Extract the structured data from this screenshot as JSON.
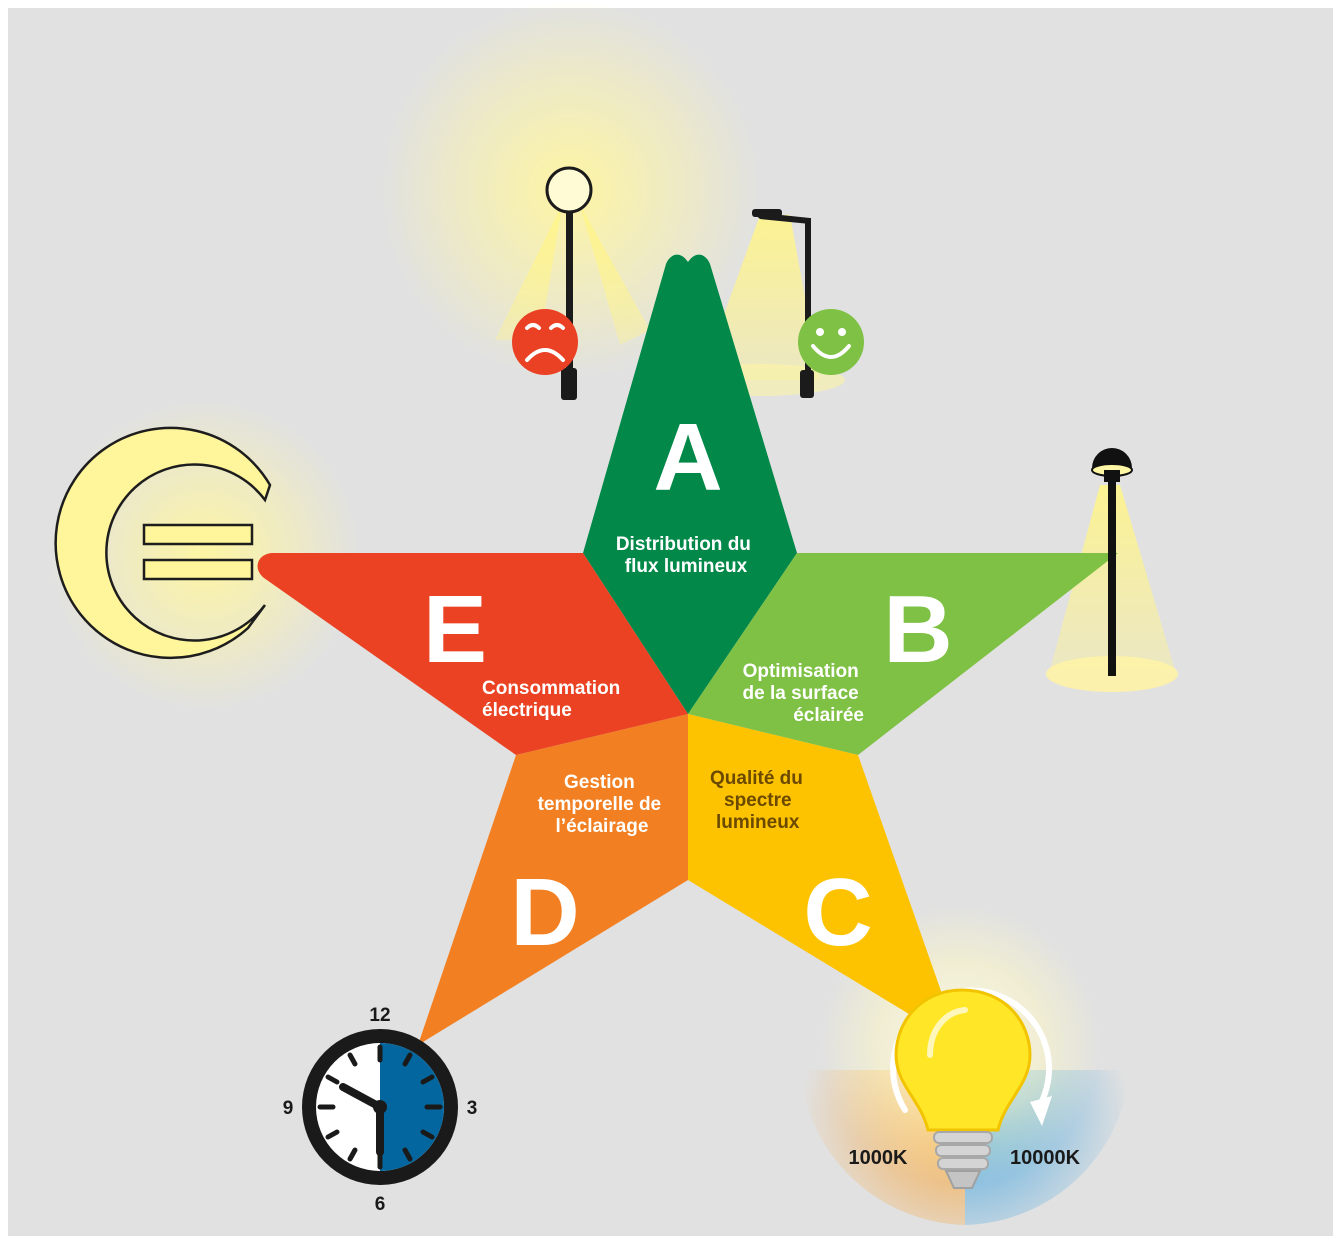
{
  "colors": {
    "background": "#e1e1e1",
    "segment_a": "#02894a",
    "segment_b": "#7ec144",
    "segment_c": "#fdc300",
    "segment_d": "#f28023",
    "segment_e": "#ea4223",
    "glow": "#fff7a6",
    "sad_face": "#ea4125",
    "happy_face": "#7ec144",
    "clock_face": "#04669e",
    "bulb": "#ffe627",
    "warm_light": "#f6a23a",
    "cool_light": "#4aa7e0"
  },
  "segments": {
    "a": {
      "letter": "A",
      "label_lines": [
        "Distribution du",
        "flux lumineux"
      ]
    },
    "b": {
      "letter": "B",
      "label_lines": [
        "Optimisation",
        "de la surface",
        "éclairée"
      ]
    },
    "c": {
      "letter": "C",
      "label_lines": [
        "Qualité du",
        "spectre",
        "lumineux"
      ]
    },
    "d": {
      "letter": "D",
      "label_lines": [
        "Gestion",
        "temporelle de",
        "l’éclairage"
      ]
    },
    "e": {
      "letter": "E",
      "label_lines": [
        "Consommation",
        "électrique"
      ]
    }
  },
  "clock": {
    "numbers": {
      "top": "12",
      "right": "3",
      "bottom": "6",
      "left": "9"
    }
  },
  "bulb": {
    "warm_label": "1000K",
    "cool_label": "10000K"
  },
  "icons": {
    "euro": "euro-icon",
    "sad_face": "sad-face-icon",
    "happy_face": "happy-face-icon",
    "globe_lamp": "globe-streetlamp-icon",
    "cobra_lamp": "cobra-streetlamp-icon",
    "post_lamp": "post-streetlamp-icon",
    "clock": "clock-icon",
    "bulb": "light-bulb-icon",
    "rotate_arrow": "rotate-arrow-icon"
  }
}
